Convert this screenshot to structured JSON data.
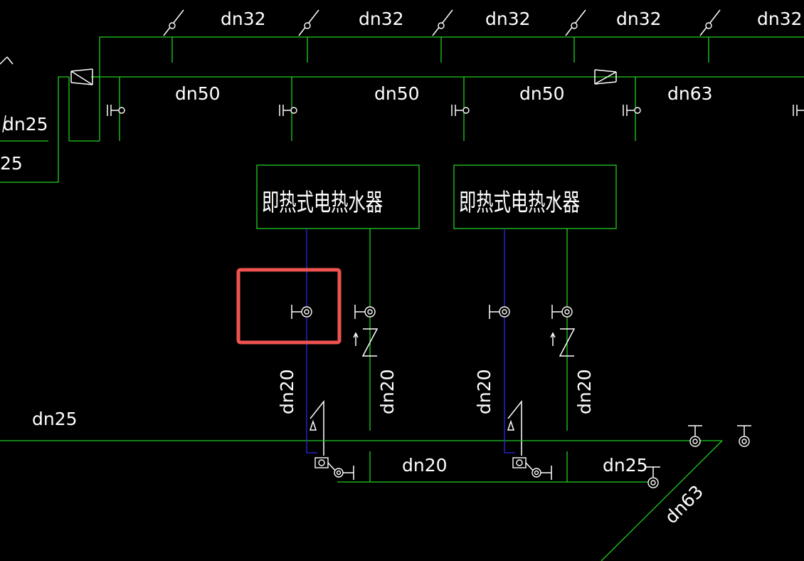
{
  "labels": {
    "branch_top": [
      "dn32",
      "dn32",
      "dn32",
      "dn32",
      "dn32"
    ],
    "main": [
      "dn50",
      "dn50",
      "dn50",
      "dn63"
    ],
    "left_a": "dn25",
    "left_b": "25",
    "bottom_main": "dn25",
    "bottom_mid": "dn20",
    "bottom_right": "dn25",
    "diagonal": "dn63",
    "riser_1": "dn20",
    "riser_2": "dn20",
    "riser_3": "dn20",
    "riser_4": "dn20"
  },
  "heaters": [
    {
      "label": "即热式电热水器"
    },
    {
      "label": "即热式电热水器"
    }
  ],
  "colors": {
    "background": "#000000",
    "cold_pipe": "#22cc22",
    "hot_pipe": "#2a2ae6",
    "annotation": "#ffffff",
    "highlight": "#ef5350"
  }
}
